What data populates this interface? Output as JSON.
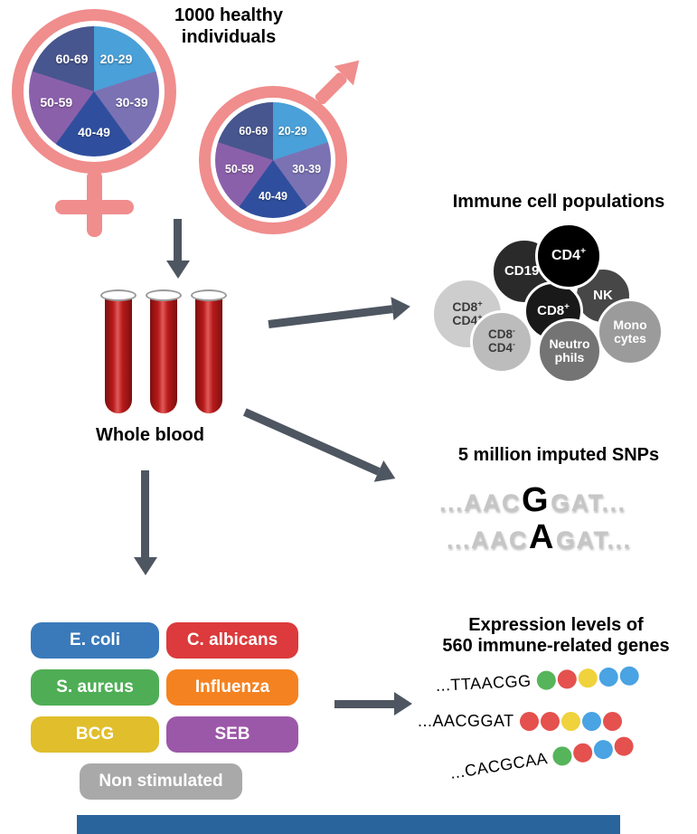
{
  "header": {
    "title_line1": "1000 healthy",
    "title_line2": "individuals"
  },
  "colors": {
    "arrow": "#4E5661",
    "blood": "#B81A1A",
    "footer_bar": "#2A649C"
  },
  "demographics": {
    "symbol_color": "#F08D8D",
    "age_groups": [
      {
        "label": "20-29",
        "color": "#4AA0D8"
      },
      {
        "label": "30-39",
        "color": "#7B72B4"
      },
      {
        "label": "40-49",
        "color": "#2F4F9E"
      },
      {
        "label": "50-59",
        "color": "#8B60AB"
      },
      {
        "label": "60-69",
        "color": "#47568F"
      }
    ]
  },
  "whole_blood": {
    "label": "Whole blood"
  },
  "immune_cells": {
    "title": "Immune cell populations",
    "cells": [
      {
        "name": "CD8+CD4+",
        "lines": [
          {
            "t": "CD8",
            "s": "+"
          },
          {
            "t": "CD4",
            "s": "+"
          }
        ],
        "bg": "#CDCDCD",
        "fg": "#3B3B3B"
      },
      {
        "name": "CD19+",
        "lines": [
          {
            "t": "CD19",
            "s": "+"
          }
        ],
        "bg": "#2A2A2A",
        "fg": "#FFFFFF"
      },
      {
        "name": "NK",
        "lines": [
          {
            "t": "NK"
          }
        ],
        "bg": "#474747",
        "fg": "#FFFFFF"
      },
      {
        "name": "Monocytes",
        "lines": [
          {
            "t": "Mono"
          },
          {
            "t": "cytes"
          }
        ],
        "bg": "#9B9B9B",
        "fg": "#FFFFFF"
      },
      {
        "name": "CD8-CD4-",
        "lines": [
          {
            "t": "CD8",
            "s": "-"
          },
          {
            "t": "CD4",
            "s": "-"
          }
        ],
        "bg": "#BCBCBC",
        "fg": "#3B3B3B"
      },
      {
        "name": "CD8+",
        "lines": [
          {
            "t": "CD8",
            "s": "+"
          }
        ],
        "bg": "#191919",
        "fg": "#FFFFFF"
      },
      {
        "name": "Neutrophils",
        "lines": [
          {
            "t": "Neutro"
          },
          {
            "t": "phils"
          }
        ],
        "bg": "#747474",
        "fg": "#FFFFFF"
      },
      {
        "name": "CD4+",
        "lines": [
          {
            "t": "CD4",
            "s": "+"
          }
        ],
        "bg": "#000000",
        "fg": "#FFFFFF"
      }
    ]
  },
  "snps": {
    "title": "5 million imputed SNPs",
    "sequences": [
      {
        "prefix": "...AAC",
        "highlight": "G",
        "suffix": "GAT..."
      },
      {
        "prefix": "...AAC",
        "highlight": "A",
        "suffix": "GAT..."
      }
    ]
  },
  "stimulations": {
    "items": [
      {
        "label": "E. coli",
        "color": "#3A7ABA"
      },
      {
        "label": "C. albicans",
        "color": "#DC3A3C"
      },
      {
        "label": "S. aureus",
        "color": "#4FAE55"
      },
      {
        "label": "Influenza",
        "color": "#F58220"
      },
      {
        "label": "BCG",
        "color": "#E0BE2C"
      },
      {
        "label": "SEB",
        "color": "#9C58A8"
      },
      {
        "label": "Non stimulated",
        "color": "#A9A9A9"
      }
    ]
  },
  "expression": {
    "title_line1": "Expression levels of",
    "title_line2": "560 immune-related genes",
    "bead_colors": {
      "green": "#56B45B",
      "red": "#E4514E",
      "yellow": "#EFD23C",
      "blue": "#4AA3E2"
    },
    "reads": [
      {
        "sequence": "...TTAACGG",
        "beads": [
          "green",
          "red",
          "yellow",
          "blue",
          "blue"
        ]
      },
      {
        "sequence": "...AACGGAT",
        "beads": [
          "red",
          "red",
          "yellow",
          "blue",
          "red"
        ]
      },
      {
        "sequence": "...CACGCAA",
        "beads": [
          "green",
          "red",
          "blue",
          "red"
        ]
      }
    ]
  }
}
